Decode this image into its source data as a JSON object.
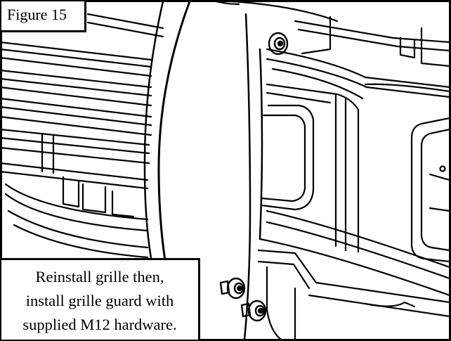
{
  "figure": {
    "label": "Figure 15"
  },
  "caption": {
    "lines": [
      "Reinstall grille then,",
      "install grille guard with",
      "supplied M12 hardware."
    ]
  },
  "illustration": {
    "style": "black line drawing on white",
    "parts": [
      "grille",
      "bumper",
      "mounting-bracket",
      "m12-bolt"
    ]
  }
}
